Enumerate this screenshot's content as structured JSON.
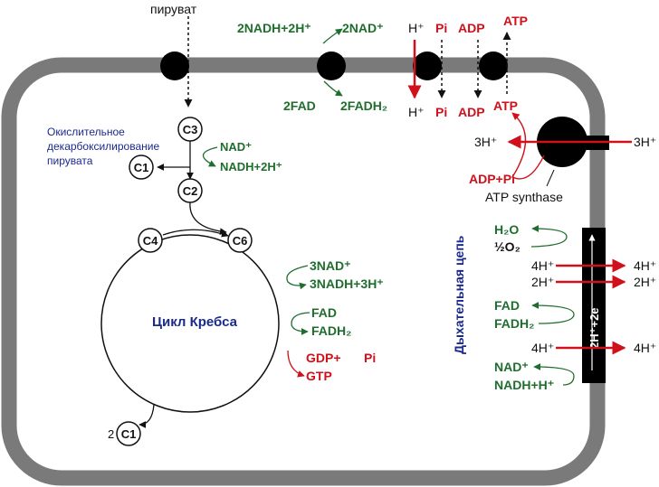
{
  "colors": {
    "membrane": "#7a7a7a",
    "green": "#1f6e2e",
    "red": "#d0101a",
    "blue": "#1a2a8c",
    "black": "#111111"
  },
  "top": {
    "pyruvate": "пируват",
    "nadh_in": "2NADH+2H⁺",
    "nad_out": "2NAD⁺",
    "fad": "2FAD",
    "fadh2": "2FADH₂",
    "h_top": "H⁺",
    "h_bot": "H⁺",
    "pi_top": "Pi",
    "pi_bot": "Pi",
    "adp_top": "ADP",
    "adp_bot": "ADP",
    "atp_top": "ATP",
    "atp_bot": "ATP"
  },
  "synthase": {
    "h_left": "3H⁺",
    "h_right": "3H⁺",
    "adp_pi": "ADP+Pi",
    "label": "ATP synthase"
  },
  "pyruvate_ox": {
    "title_lines": [
      "Окислительное",
      "декарбоксилирование",
      "пирувата"
    ],
    "c3": "C3",
    "c1": "C1",
    "c2": "C2",
    "nad": "NAD⁺",
    "nadh": "NADH+2H⁺"
  },
  "krebs": {
    "title": "Цикл Кребса",
    "c4": "C4",
    "c6": "C6",
    "c1_count": "2",
    "c1": "C1",
    "nad3": "3NAD⁺",
    "nadh3": "3NADH+3H⁺",
    "fad": "FAD",
    "fadh2": "FADH₂",
    "gdp": "GDP+",
    "pi": "Pi",
    "gtp": "GTP"
  },
  "resp_chain": {
    "title": "Дыхательная цепь",
    "electrons": "2H⁺+2e",
    "h2o": "H₂O",
    "half_o2": "½O₂",
    "h4_left_1": "4H⁺",
    "h4_right_1": "4H⁺",
    "h2_left": "2H⁺",
    "h2_right": "2H⁺",
    "fad": "FAD",
    "fadh2": "FADH₂",
    "h4_left_2": "4H⁺",
    "h4_right_2": "4H⁺",
    "nad": "NAD⁺",
    "nadh": "NADH+H⁺"
  }
}
